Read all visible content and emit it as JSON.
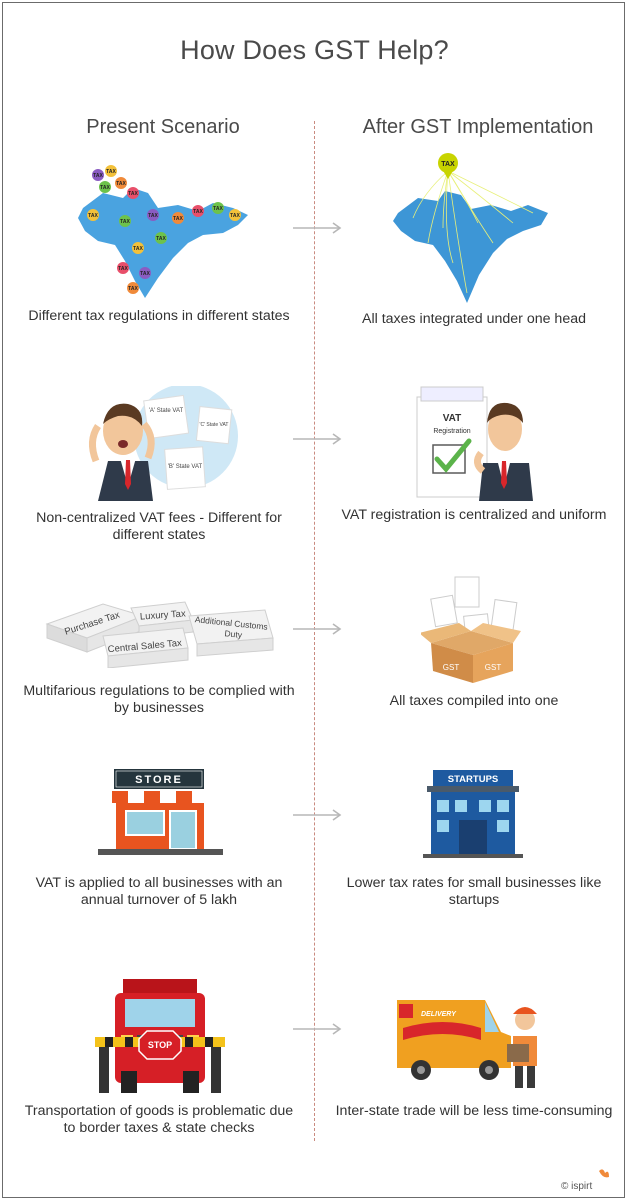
{
  "title": "How Does GST Help?",
  "columns": {
    "present": "Present Scenario",
    "after": "After GST Implementation"
  },
  "rows": [
    {
      "present": {
        "caption": "Different tax regulations in different states",
        "icon": "india-map-many-tax-pins-icon"
      },
      "after": {
        "caption": "All taxes integrated under one head",
        "icon": "india-map-single-tax-pin-icon"
      }
    },
    {
      "present": {
        "caption": "Non-centralized VAT fees - Different for different states",
        "icon": "confused-man-vat-papers-icon",
        "labels": {
          "a": "'A' State VAT",
          "b": "'B' State VAT",
          "c": "'C' State VAT"
        }
      },
      "after": {
        "caption": "VAT registration is centralized and uniform",
        "icon": "man-vat-registration-card-icon",
        "labels": {
          "card_title": "VAT",
          "card_sub": "Registration"
        }
      }
    },
    {
      "present": {
        "caption": "Multifarious regulations to be complied with by businesses",
        "icon": "tax-boxes-icon",
        "labels": {
          "purchase": "Purchase Tax",
          "luxury": "Luxury Tax",
          "central": "Central Sales Tax",
          "customs1": "Additional Customs",
          "customs2": "Duty"
        }
      },
      "after": {
        "caption": "All taxes compiled into one",
        "icon": "gst-box-icon",
        "labels": {
          "box_left": "GST",
          "box_right": "GST"
        }
      }
    },
    {
      "present": {
        "caption": "VAT is applied to all businesses with an annual turnover of 5 lakh",
        "icon": "store-icon",
        "labels": {
          "sign": "STORE"
        }
      },
      "after": {
        "caption": "Lower tax rates for small businesses like startups",
        "icon": "startups-building-icon",
        "labels": {
          "sign": "STARTUPS"
        }
      }
    },
    {
      "present": {
        "caption": "Transportation of goods is problematic due to border taxes & state checks",
        "icon": "truck-stop-barrier-icon",
        "labels": {
          "sign": "STOP"
        }
      },
      "after": {
        "caption": "Inter-state trade will be less time-consuming",
        "icon": "delivery-van-icon",
        "labels": {
          "van": "DELIVERY"
        }
      }
    }
  ],
  "tax_pin_label": "TAX",
  "credit": "© ispirt",
  "colors": {
    "accent_dashed": "#c98b80",
    "map_blue": "#3d96d6",
    "tax_yellow": "#c8d400",
    "store_red": "#e8541f",
    "building_blue": "#1e5aa0"
  }
}
